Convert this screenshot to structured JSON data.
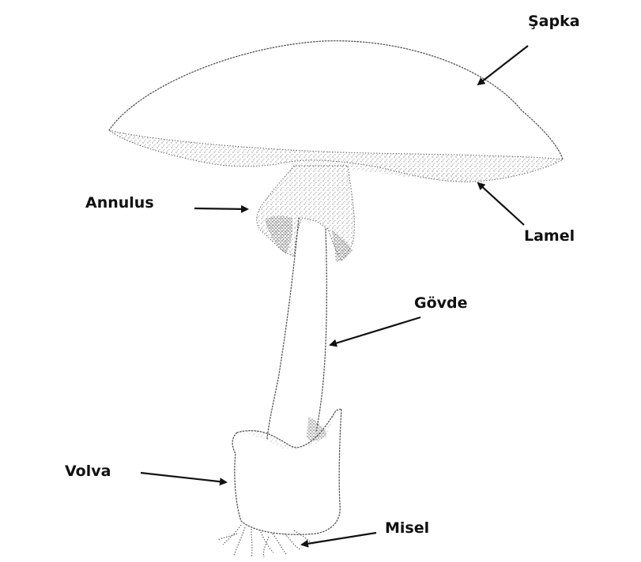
{
  "labels": {
    "cap": "Şapka",
    "annulus": "Annulus",
    "gills": "Lamel",
    "stem": "Gövde",
    "volva": "Volva",
    "mycelium": "Misel"
  },
  "colors": {
    "outline": "#555555",
    "shading": "#8a8a8a",
    "arrow": "#111111",
    "background": "#ffffff"
  }
}
